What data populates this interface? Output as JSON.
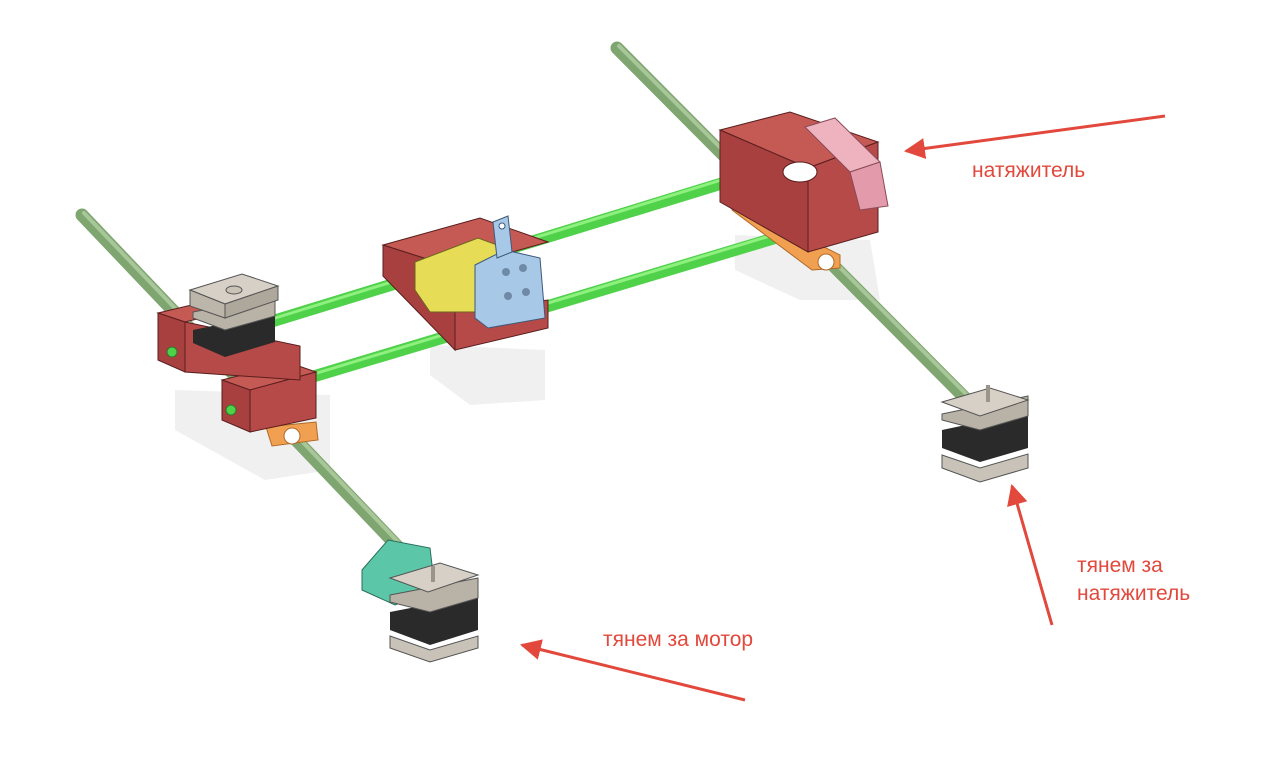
{
  "colors": {
    "background": "#ffffff",
    "annotation": "#e2483b",
    "outer_rod": "#7fa570",
    "inner_rod": "#4fd14a",
    "block_red": "#b04848",
    "bearing_orange": "#f0a050",
    "carriage_yellow": "#e6dc55",
    "bracket_blue": "#a8c8e8",
    "tensioner_pink": "#efb3c0",
    "mount_teal": "#5cc7a8",
    "motor_steel": "#c8c2b8",
    "motor_black": "#2a2a2a",
    "endcap_green": "#4fd14a"
  },
  "annotations": {
    "tensioner": "натяжитель",
    "pull_motor": "тянем за мотор",
    "pull_tensioner_line1": "тянем за",
    "pull_tensioner_line2": "натяжитель"
  }
}
